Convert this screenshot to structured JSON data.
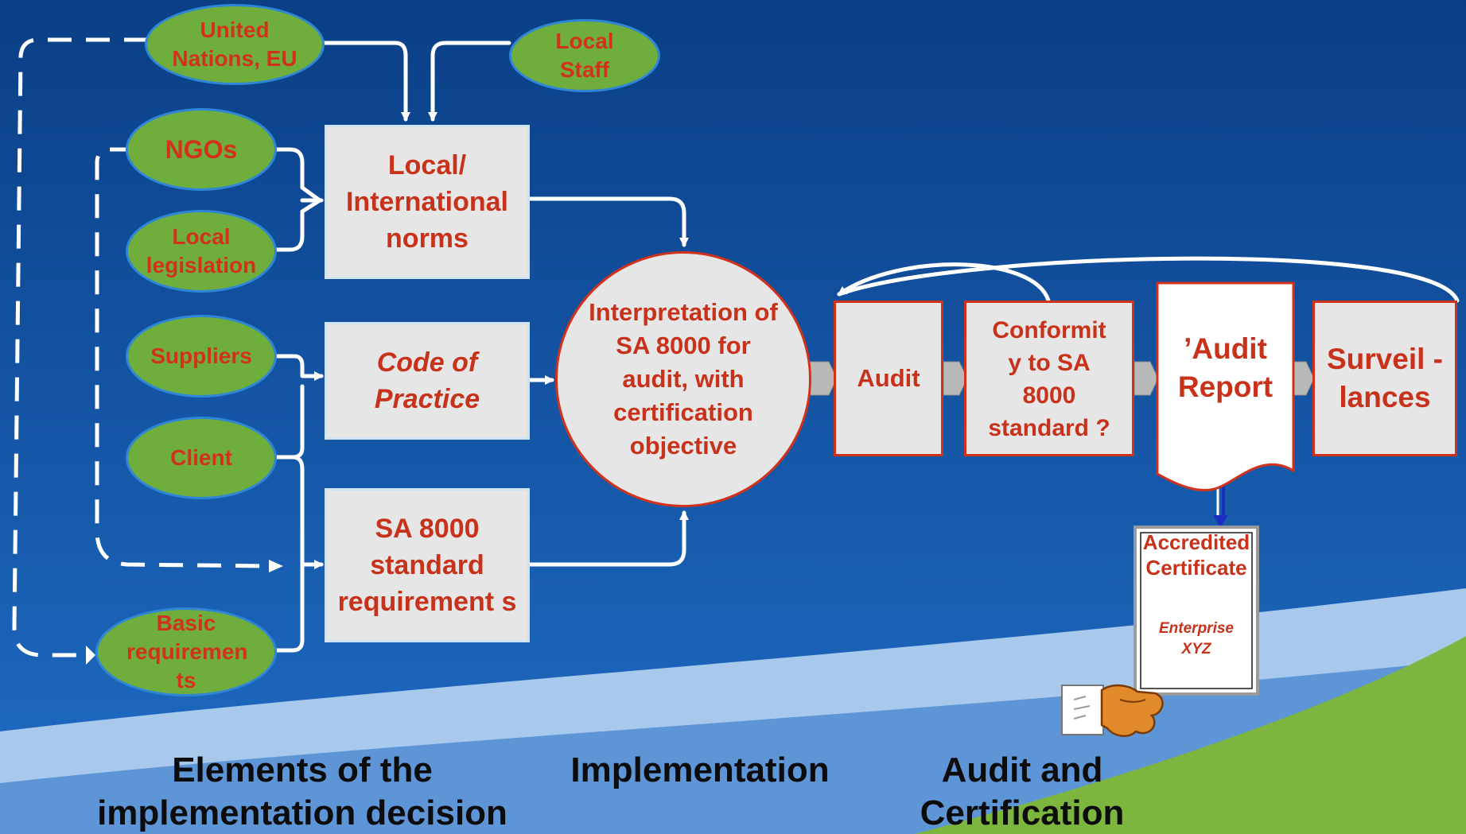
{
  "colors": {
    "background_top": "#0a3f86",
    "background_bottom": "#1d67bf",
    "ellipse_fill": "#6fae3c",
    "box_fill": "#e6e6e6",
    "text_red": "#c8321a",
    "connector": "#ffffff"
  },
  "sources": {
    "un_eu": "United Nations, EU",
    "local_staff": "Local Staff",
    "ngos": "NGOs",
    "local_legislation": "Local legislation",
    "suppliers": "Suppliers",
    "client": "Client",
    "basic_requirements": "Basic requiremen ts"
  },
  "inputs": {
    "norms": "Local/ International norms",
    "code_of_practice": "Code of Practice",
    "sa8000_requirements": "SA 8000 standard requirement s"
  },
  "interpretation": "Interpretation of  SA 8000 for audit, with certification objective",
  "audit_chain": {
    "audit": "Audit",
    "conformity": "Conformit y to SA 8000 standard ?",
    "report": "’Audit Report",
    "surveillances": "Surveil - lances"
  },
  "certificate": {
    "title": "Accredited Certificate",
    "holder": "Enterprise XYZ",
    "hand_icon": "hand-holding-certificate-icon"
  },
  "captions": {
    "elements": "Elements of the implementation decision",
    "implementation": "Implementation",
    "audit_certification": "Audit and Certification"
  }
}
